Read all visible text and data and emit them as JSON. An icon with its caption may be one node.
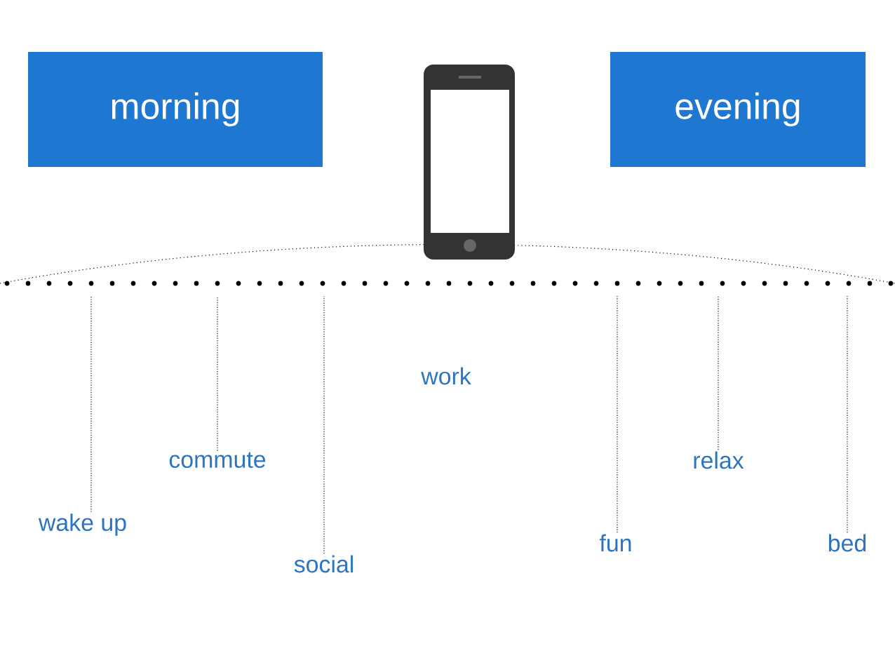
{
  "diagram": {
    "nodes": [
      {
        "text": [
          "morning"
        ]
      },
      {
        "text": [
          "evening"
        ]
      },
      {
        "text": [
          "wake up"
        ]
      },
      {
        "text": [
          "commute"
        ]
      },
      {
        "text": [
          "social"
        ]
      },
      {
        "text": [
          "fun"
        ]
      },
      {
        "text": [
          "relax"
        ]
      },
      {
        "text": [
          "bed"
        ]
      }
    ],
    "edges": [
      {
        "from": 2,
        "to": null,
        "arrow": "none",
        "style": "dashed"
      },
      {
        "from": 3,
        "to": null,
        "arrow": "none",
        "style": "dashed"
      },
      {
        "from": 4,
        "to": null,
        "arrow": "none",
        "style": "dashed"
      },
      {
        "from": 5,
        "to": null,
        "arrow": "none",
        "style": "dashed"
      },
      {
        "from": 6,
        "to": null,
        "arrow": "none",
        "style": "dashed"
      },
      {
        "from": 7,
        "to": null,
        "arrow": "none",
        "style": "dashed"
      }
    ],
    "labels": [
      "work"
    ]
  }
}
